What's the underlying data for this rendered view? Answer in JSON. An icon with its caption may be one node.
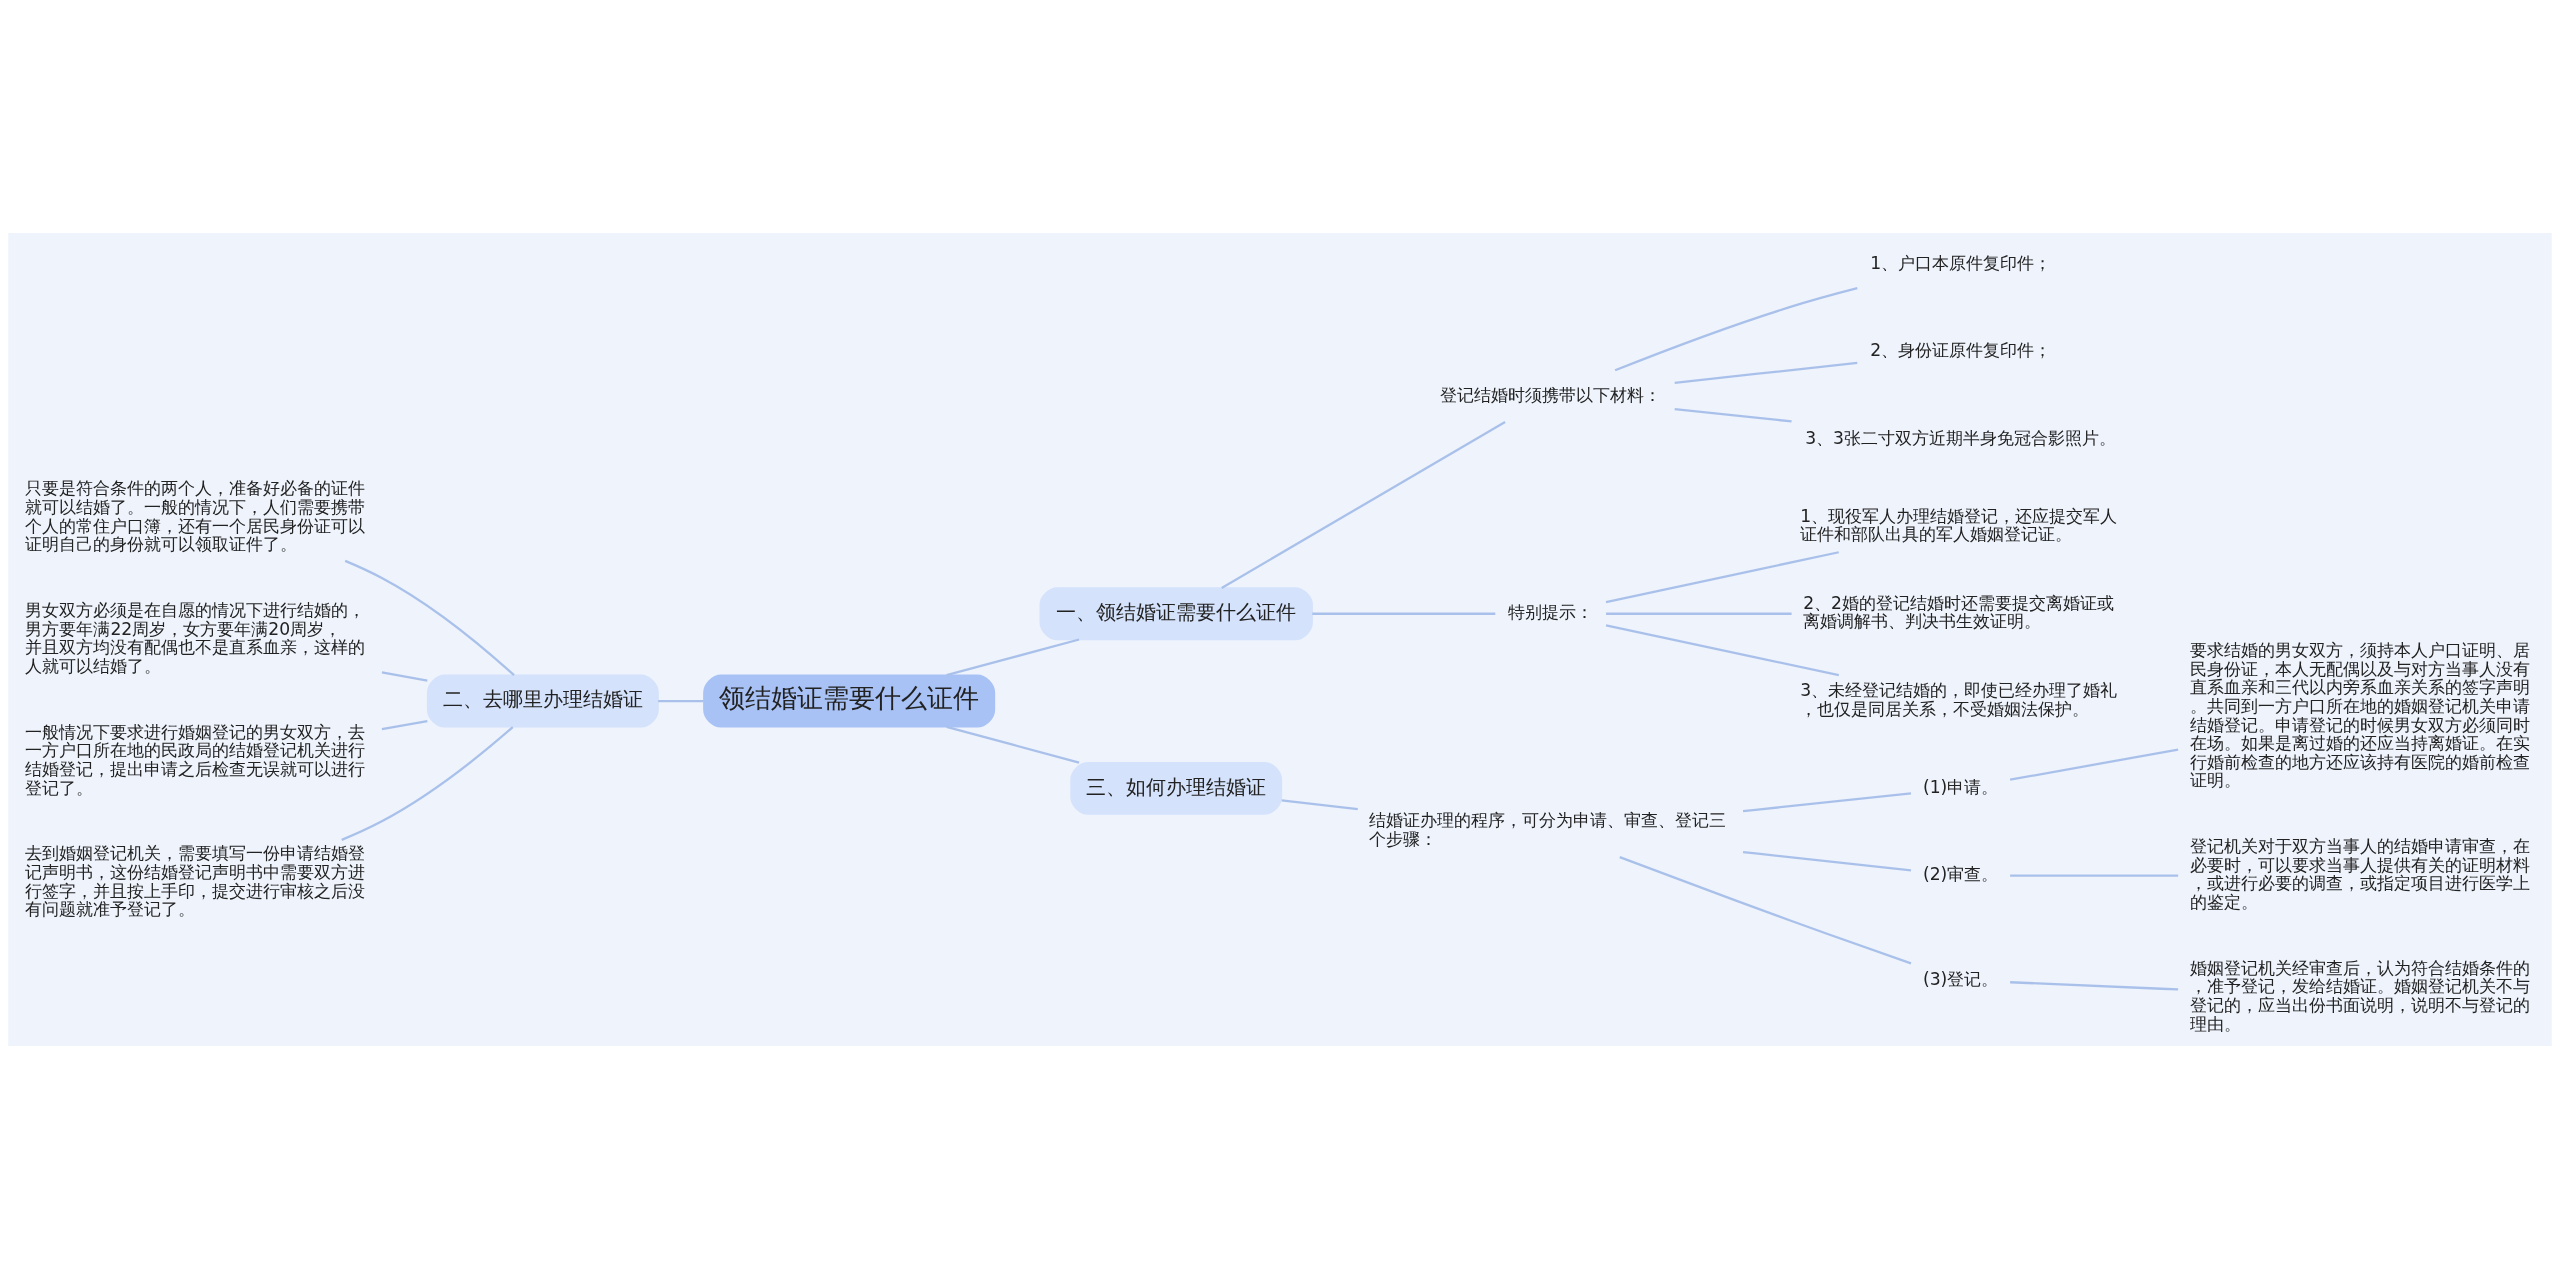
{
  "diagram": {
    "nodes": [
      {
        "text": [
          "领结婚证需要什么证件"
        ]
      },
      {
        "text": [
          "一、领结婚证需要什么证件"
        ]
      },
      {
        "text": [
          "登记结婚时须携带以下材料："
        ]
      },
      {
        "text": [
          "1、户口本原件复印件；"
        ]
      },
      {
        "text": [
          "2、身份证原件复印件；"
        ]
      },
      {
        "text": [
          "3、3张二寸双方近期半身免冠合影照片。"
        ]
      },
      {
        "text": [
          "特别提示："
        ]
      },
      {
        "text": [
          "1、现役军人办理结婚登记，还应提交军人证件和部队出具的军人婚姻登记证。"
        ]
      },
      {
        "text": [
          "2、2婚的登记结婚时还需要提交离婚证或离婚调解书、判决书生效证明。"
        ]
      },
      {
        "text": [
          "3、未经登记结婚的，即使已经办理了婚礼，也仅是同居关系，不受婚姻法保护。"
        ]
      },
      {
        "text": [
          "二、去哪里办理结婚证"
        ]
      },
      {
        "text": [
          "只要是符合条件的两个人，准备好必备的证件就可以结婚了。一般的情况下，人们需要携带个人的常住户口簿，还有一个居民身份证可以证明自己的身份就可以领取证件了。"
        ]
      },
      {
        "text": [
          "男女双方必须是在自愿的情况下进行结婚的，男方要年满22周岁，女方要年满20周岁，并且双方均没有配偶也不是直系血亲，这样的人就可以结婚了。"
        ]
      },
      {
        "text": [
          "一般情况下要求进行婚姻登记的男女双方，去一方户口所在地的民政局的结婚登记机关进行结婚登记，提出申请之后检查无误就可以进行登记了。"
        ]
      },
      {
        "text": [
          "去到婚姻登记机关，需要填写一份申请结婚登记声明书，这份结婚登记声明书中需要双方进行签字，并且按上手印，提交进行审核之后没有问题就准予登记了。"
        ]
      },
      {
        "text": [
          "三、如何办理结婚证"
        ]
      },
      {
        "text": [
          "结婚证办理的程序，可分为申请、审查、登记三个步骤："
        ]
      },
      {
        "text": [
          "(1)申请。"
        ]
      },
      {
        "text": [
          "要求结婚的男女双方，须持本人户口证明、居民身份证，本人无配偶以及与对方当事人没有直系血亲和三代以内旁系血亲关系的签字声明。共同到一方户口所在地的婚姻登记机关申请结婚登记。申请登记的时候男女双方必须同时在场。如果是离过婚的还应当持离婚证。在实行婚前检查的地方还应该持有医院的婚前检查证明。"
        ]
      },
      {
        "text": [
          "(2)审查。"
        ]
      },
      {
        "text": [
          "登记机关对于双方当事人的结婚申请审查，在必要时，可以要求当事人提供有关的证明材料，或进行必要的调查，或指定项目进行医学上的鉴定。"
        ]
      },
      {
        "text": [
          "(3)登记。"
        ]
      },
      {
        "text": [
          "婚姻登记机关经审查后，认为符合结婚条件的，准予登记，发给结婚证。婚姻登记机关不与登记的，应当出份书面说明，说明不与登记的理由。"
        ]
      }
    ],
    "edges": [
      {
        "from": 0,
        "to": 1,
        "arrow": "none"
      },
      {
        "from": 1,
        "to": 2,
        "arrow": "none"
      },
      {
        "from": 2,
        "to": 3,
        "arrow": "none"
      },
      {
        "from": 2,
        "to": 4,
        "arrow": "none"
      },
      {
        "from": 2,
        "to": 5,
        "arrow": "none"
      },
      {
        "from": 1,
        "to": 6,
        "arrow": "none"
      },
      {
        "from": 6,
        "to": 7,
        "arrow": "none"
      },
      {
        "from": 6,
        "to": 8,
        "arrow": "none"
      },
      {
        "from": 6,
        "to": 9,
        "arrow": "none"
      },
      {
        "from": 0,
        "to": 10,
        "arrow": "none"
      },
      {
        "from": 10,
        "to": 11,
        "arrow": "none"
      },
      {
        "from": 10,
        "to": 12,
        "arrow": "none"
      },
      {
        "from": 10,
        "to": 13,
        "arrow": "none"
      },
      {
        "from": 10,
        "to": 14,
        "arrow": "none"
      },
      {
        "from": 0,
        "to": 15,
        "arrow": "none"
      },
      {
        "from": 15,
        "to": 16,
        "arrow": "none"
      },
      {
        "from": 16,
        "to": 17,
        "arrow": "none"
      },
      {
        "from": 17,
        "to": 18,
        "arrow": "none"
      },
      {
        "from": 16,
        "to": 19,
        "arrow": "none"
      },
      {
        "from": 19,
        "to": 20,
        "arrow": "none"
      },
      {
        "from": 16,
        "to": 21,
        "arrow": "none"
      },
      {
        "from": 21,
        "to": 22,
        "arrow": "none"
      }
    ]
  }
}
